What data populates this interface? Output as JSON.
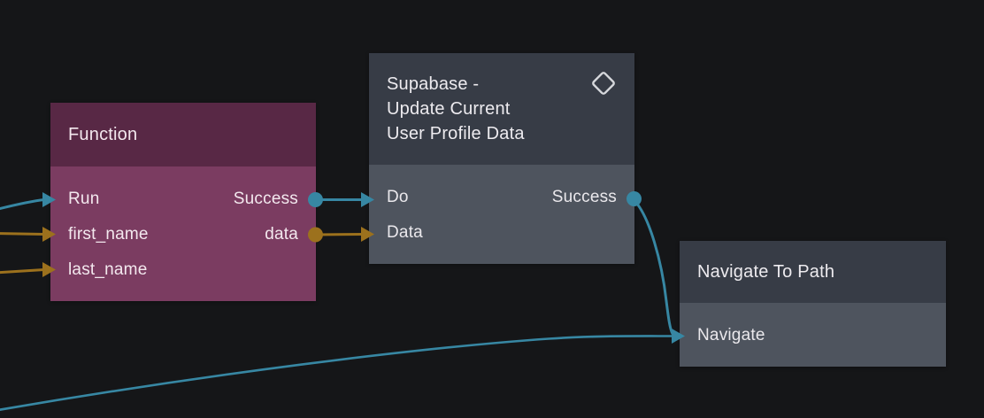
{
  "canvas": {
    "background": "#151618"
  },
  "colors": {
    "exec_wire": "#3787a3",
    "data_wire": "#9c711d",
    "function_header": "#582845",
    "function_body": "#7b3c61",
    "gray_header": "#373c46",
    "gray_body": "#4e545e",
    "icon": "#d6d8dc"
  },
  "nodes": {
    "function": {
      "title": "Function",
      "rows": [
        {
          "in": "Run",
          "out": "Success"
        },
        {
          "in": "first_name",
          "out": "data"
        },
        {
          "in": "last_name",
          "out": ""
        }
      ]
    },
    "supabase": {
      "title": "Supabase - Update Current User Profile Data",
      "title_lines": [
        "Supabase -",
        "Update Current",
        "User Profile Data"
      ],
      "header_icon": "diamond-icon",
      "rows": [
        {
          "in": "Do",
          "out": "Success"
        },
        {
          "in": "Data",
          "out": ""
        }
      ]
    },
    "navigate": {
      "title": "Navigate To Path",
      "rows": [
        {
          "in": "Navigate",
          "out": ""
        }
      ]
    }
  },
  "edges": [
    {
      "from": "offscreen-left",
      "to": "Function.Run",
      "type": "exec"
    },
    {
      "from": "offscreen-left",
      "to": "Function.first_name",
      "type": "data"
    },
    {
      "from": "offscreen-left",
      "to": "Function.last_name",
      "type": "data"
    },
    {
      "from": "Function.Success",
      "to": "Supabase.Do",
      "type": "exec"
    },
    {
      "from": "Function.data",
      "to": "Supabase.Data",
      "type": "data"
    },
    {
      "from": "Supabase.Success",
      "to": "Navigate.Navigate",
      "type": "exec"
    },
    {
      "from": "offscreen-bottom-left",
      "to": "Navigate.Navigate",
      "type": "exec"
    }
  ]
}
